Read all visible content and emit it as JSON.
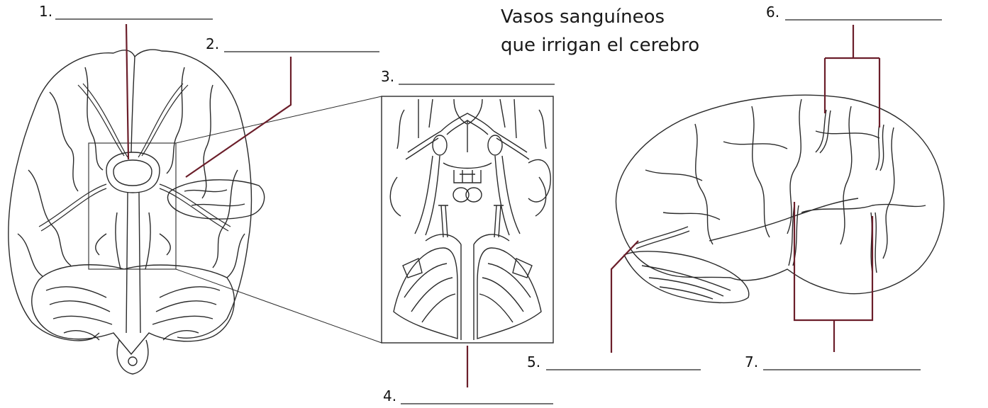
{
  "title": {
    "line1": "Vasos sanguíneos",
    "line2": "que irrigan el cerebro"
  },
  "labels": [
    "1.",
    "2.",
    "3.",
    "4.",
    "5.",
    "6.",
    "7."
  ],
  "colors": {
    "leader": "#6b1e2a",
    "line": "#2a2a2a",
    "background": "#ffffff"
  }
}
